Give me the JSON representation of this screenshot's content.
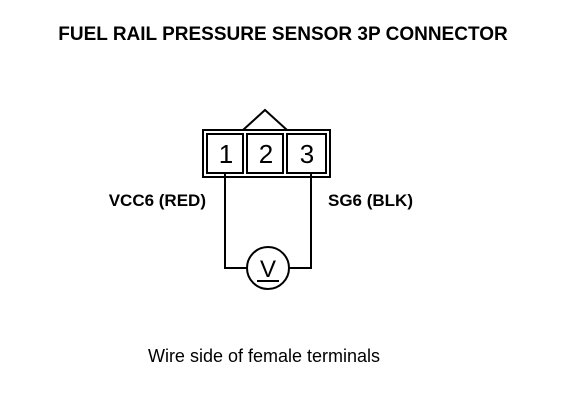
{
  "title": "FUEL RAIL PRESSURE SENSOR 3P CONNECTOR",
  "connector": {
    "pins": [
      "1",
      "2",
      "3"
    ]
  },
  "wires": {
    "left_label": "VCC6 (RED)",
    "right_label": "SG6 (BLK)"
  },
  "meter": {
    "symbol": "V",
    "icon": "voltmeter-icon"
  },
  "caption": "Wire side of female terminals",
  "colors": {
    "ink": "#000000",
    "background": "#ffffff"
  }
}
